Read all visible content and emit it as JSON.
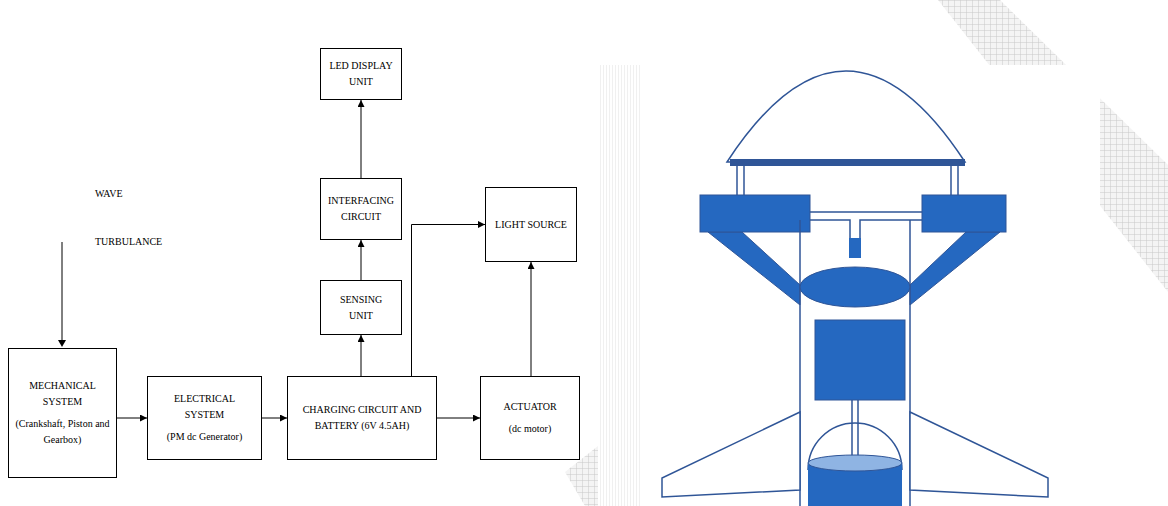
{
  "diagram": {
    "nodes": [
      {
        "text": [
          "LED DISPLAY UNIT"
        ]
      },
      {
        "text": [
          "INTERFACING CIRCUIT"
        ]
      },
      {
        "text": [
          "LIGHT SOURCE"
        ]
      },
      {
        "text": [
          "SENSING UNIT"
        ]
      },
      {
        "text": [
          "MECHANICAL SYSTEM",
          "(Crankshaft, Piston and Gearbox)"
        ]
      },
      {
        "text": [
          "ELECTRICAL SYSTEM",
          "(PM dc Generator)"
        ]
      },
      {
        "text": [
          "CHARGING CIRCUIT AND BATTERY (6V 4.5AH)"
        ]
      },
      {
        "text": [
          "ACTUATOR",
          "(dc motor)"
        ]
      }
    ],
    "edges": [
      {
        "from": 4,
        "to": 5,
        "arrow": "to"
      },
      {
        "from": 5,
        "to": 6,
        "arrow": "to"
      },
      {
        "from": 6,
        "to": 3,
        "arrow": "to"
      },
      {
        "from": 3,
        "to": 1,
        "arrow": "to"
      },
      {
        "from": 1,
        "to": 0,
        "arrow": "to"
      },
      {
        "from": 6,
        "to": 2,
        "arrow": "to"
      },
      {
        "from": 6,
        "to": 7,
        "arrow": "to"
      },
      {
        "from": 7,
        "to": 2,
        "arrow": "to"
      }
    ],
    "labels": [
      "WAVE TURBULANCE"
    ]
  }
}
